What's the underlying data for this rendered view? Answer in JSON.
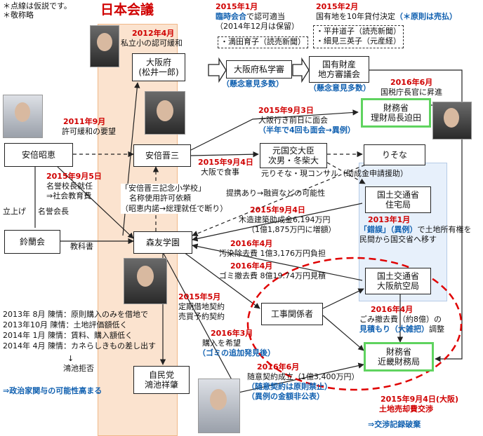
{
  "header": {
    "disclaimer1": "＊点線は仮説です。",
    "disclaimer2": "＊敬称略",
    "title": "日本会議"
  },
  "nodes": {
    "osaka": [
      "大阪府",
      "(松井一郎)"
    ],
    "council": "大阪府私学審",
    "stateprop": [
      "国有財産",
      "地方審議会"
    ],
    "sakota": [
      "財務省",
      "理財局長迫田"
    ],
    "akie": "安倍昭恵",
    "shinzo": "安倍晋三",
    "hatoyama": [
      "元国交大臣",
      "次男・冬柴大"
    ],
    "resona": "りそな",
    "mlit_housing": [
      "国土交通省",
      "住宅局"
    ],
    "tsukado": "鈴蘭会",
    "moritomo": "森友学園",
    "mlit_air": [
      "国土交通省",
      "大阪航空局"
    ],
    "contractor": "工事関係者",
    "kinki": [
      "財務省",
      "近畿財務局"
    ],
    "ldp": [
      "自民党",
      "鴻池祥肇"
    ]
  },
  "notes": {
    "n2012_date": "2012年4月",
    "n2012_text": "私立小の認可緩和",
    "n2015_1_date": "2015年1月",
    "n2015_1_a": "臨時会合",
    "n2015_1_b": "で認可適当",
    "n2015_1_c": "（2014年12月は保留）",
    "n2015_1_d": "・満田育子（読売新聞）",
    "n2015_2_date": "2015年2月",
    "n2015_2_a": "国有地を10年貸付決定",
    "n2015_2_b": "（＊原則は売払）",
    "n2015_2_c": "・平井道子（読売新聞）",
    "n2015_2_d": "・細見三英子（元産経）",
    "concern1": "（懸念意見多数）",
    "concern2": "（懸念意見多数）",
    "n2016_6_date": "2016年6月",
    "n2016_6_text": "国税庁長官に昇進",
    "n2011_date": "2011年9月",
    "n2011_text": "許可緩和の要望",
    "n2015_9_3_date": "2015年9月3日",
    "n2015_9_3_a": "大阪行き前日に面会",
    "n2015_9_3_b": "（半年で4回も面会→異例）",
    "n2015_9_4_date": "2015年9月4日",
    "n2015_9_4_text": "大阪で食事",
    "resona_note": "元りそな・現コンサル（助成金申請援助）",
    "n2015_9_5_date": "2015年9月5日",
    "n2015_9_5_a": "名誉校長就任",
    "n2015_9_5_b": "⇒社会教育費",
    "founding": "立上げ",
    "honorary_chair": "名誉会長",
    "school_name_a": "「安倍晋三記念小学校」",
    "school_name_b": "名称使用許可依頼",
    "school_name_c": "（昭恵内諾→総理就任で断り）",
    "possibility": "提携あり→融資などの可能性",
    "subsidy_date": "2015年9月4日",
    "subsidy_a": "木造建築助成金6,194万円",
    "subsidy_b": "（1億1,875万円に増額）",
    "error_date": "2013年1月",
    "error_a": "「錯誤」",
    "error_b": "（異例）",
    "error_c": "で土地所有権を",
    "error_d": "民間から国交省へ移す",
    "textbook": "教科書",
    "pollution_date": "2016年4月",
    "pollution_text": "汚染除去費 1億3,176万円負担",
    "trash_date": "2016年4月",
    "trash_text": "ゴミ撤去費 8億19.74万円見積",
    "lease_date": "2015年5月",
    "lease_a": "定期借地契約",
    "lease_b": "売買予約契約",
    "petition1": "2013年  8月  陳情：原則購入のみを借地で",
    "petition2": "2013年10月  陳情：土地評価額低く",
    "petition3": "2014年  1月  陳情：賃料、購入額低く",
    "petition4": "2014年  4月  陳情：カネらしきもの差し出す",
    "hatoyama_refuse": "鴻池拒否",
    "political": "⇒政治家関与の可能性高まる",
    "buy_date": "2016年3月",
    "buy_a": "購入を希望",
    "buy_b": "（ゴミの追加発見後）",
    "trash2_date": "2016年4月",
    "trash2_a": "ごみ撤去費（約8億）の",
    "trash2_b": "見積もり（大雑把）",
    "trash2_c": "調整",
    "contract_date": "2016年6月",
    "contract_a": "随意契約成立（1億3,400万円）",
    "contract_b": "（随意契約は原則禁止）",
    "contract_c": "（異例の金額非公表）",
    "negotiation_date": "2015年9月4日(大阪)",
    "negotiation_text": "土地売却費交渉",
    "record": "⇒交渉記録破棄"
  },
  "colors": {
    "red": "#d00000",
    "blue": "#1060b0",
    "green_border": "#5fd35f",
    "orange_band": "#fbe3cf",
    "blue_band": "#e7f0fb"
  }
}
